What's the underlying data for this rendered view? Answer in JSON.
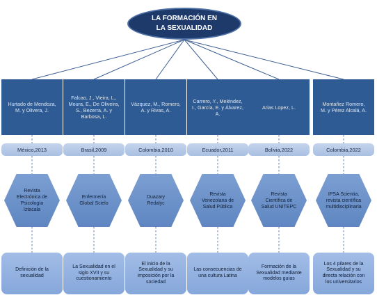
{
  "root": {
    "line1": "LA FORMACIÓN EN",
    "line2": "LA SEXUALIDAD"
  },
  "columns": [
    {
      "author": [
        "Hurtado de Mendoza,",
        "M. y Olivera, J."
      ],
      "place": "México,2013",
      "journal": [
        "Revista",
        "Electrónica de",
        "Psicología",
        "Iztacala"
      ],
      "topic": [
        "Definición de la",
        "sexualidad"
      ]
    },
    {
      "author": [
        "Falcao, J., Vieira, L.,",
        "Moura, E., De Oliveira,",
        "S., Bezerra, A. y",
        "Barbosa, L."
      ],
      "place": "Brasil,2009",
      "journal": [
        "Enfermería",
        "Global Scielo"
      ],
      "topic": [
        "La Sexualidad en el",
        "siglo XVII y su",
        "cuestionamiento"
      ]
    },
    {
      "author": [
        "Vázquez, M., Romero,",
        "A. y Rivas, A."
      ],
      "place": "Colombia,2010",
      "journal": [
        "Duazary",
        "Redalyc"
      ],
      "topic": [
        "El inicio de la",
        "Sexualidad y su",
        "imposición por la",
        "sociedad"
      ]
    },
    {
      "author": [
        "Carrero, Y., Meléndez,",
        "I., García, E. y Álvarez,",
        "A."
      ],
      "place": "Ecuador,2011",
      "journal": [
        "Revista",
        "Venezolana de",
        "Salud Pública"
      ],
      "topic": [
        "Las consecuencias de",
        "una cultura Latina"
      ]
    },
    {
      "author": [
        "Arias Lopez, L."
      ],
      "place": "Bolivia,2022",
      "journal": [
        "Revista",
        "Científica de",
        "Salud UNITEPC"
      ],
      "topic": [
        "Formación de la",
        "Sexualidad mediante",
        "modelos guías"
      ]
    },
    {
      "author": [
        "Montañez Romero,",
        "M. y Pérez Alcalá, A."
      ],
      "place": "Colombia,2022",
      "journal": [
        "IPSA Scientia,",
        "revista científica",
        "multidisciplinaria"
      ],
      "topic": [
        "Los 4 pilares de la",
        "Sexualidad y su",
        "directa relación con",
        "los universitarios"
      ]
    }
  ],
  "colors": {
    "author_fill": "#2e5b93",
    "root_fill": "#1d3a6b",
    "connector": "#3d5f94"
  }
}
